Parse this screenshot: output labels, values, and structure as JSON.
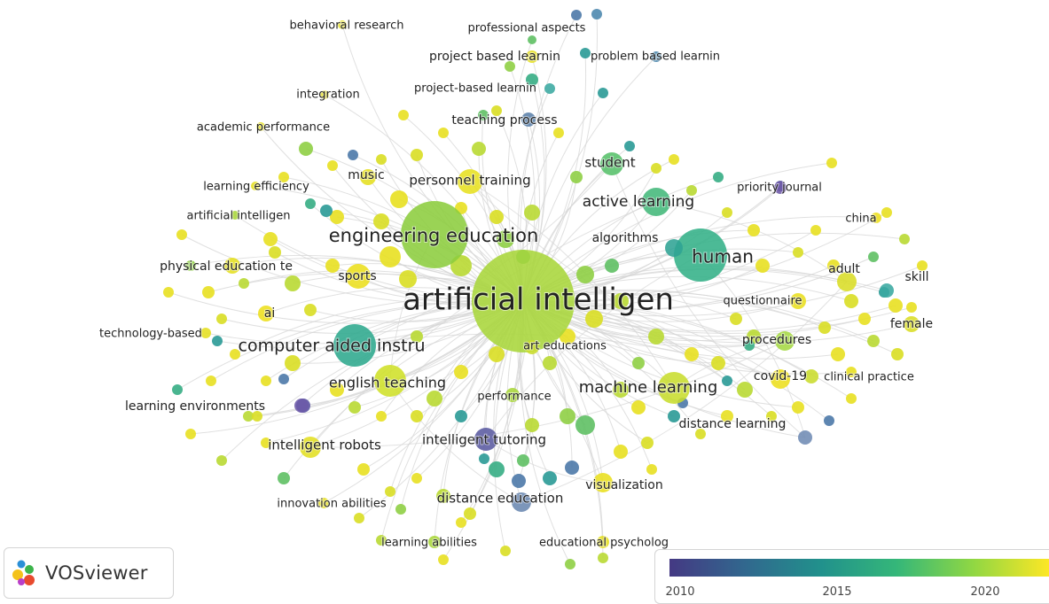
{
  "app": {
    "name": "VOSviewer"
  },
  "colors": {
    "edge": "#d6d6d6",
    "label": "#222222",
    "scale_2010": "#3b4a8c",
    "scale_2015": "#27a58b",
    "scale_2020": "#f5e21b"
  },
  "legend": {
    "ticks": [
      "2010",
      "2015",
      "2020"
    ],
    "gradient": [
      "#443983",
      "#31688e",
      "#21918c",
      "#35b779",
      "#90d743",
      "#fde725"
    ]
  },
  "network": {
    "labels": [
      "artificial intelligen",
      "engineering education",
      "human",
      "computer aided instru",
      "machine learning",
      "active learning",
      "english teaching",
      "intelligent tutoring",
      "student",
      "personnel training",
      "intelligent robots",
      "distance education",
      "visualization",
      "distance learning",
      "covid-19",
      "procedures",
      "adult",
      "female",
      "skill",
      "questionnaire",
      "clinical practice",
      "priority journal",
      "china",
      "algorithms",
      "sports",
      "ai",
      "music",
      "physical education te",
      "technology-based",
      "learning environments",
      "innovation abilities",
      "learning abilities",
      "educational psycholog",
      "art educations",
      "performance",
      "teaching process",
      "project-based learnin",
      "project based learnin",
      "problem based learnin",
      "professional aspects",
      "behavioral research",
      "integration",
      "academic performance",
      "learning efficiency",
      "artificial intelligen"
    ],
    "nodes": [
      {
        "label": "artificial intelligen",
        "color": "#a8d63a"
      },
      {
        "label": "engineering education",
        "color": "#8ccd3e"
      },
      {
        "label": "human",
        "color": "#33b187"
      },
      {
        "label": "computer aided instru",
        "color": "#2ea88d"
      },
      {
        "label": "machine learning",
        "color": "#c8dd2e"
      },
      {
        "label": "active learning",
        "color": "#43b87a"
      },
      {
        "label": "english teaching",
        "color": "#cfe028"
      },
      {
        "label": "intelligent tutoring",
        "color": "#5a5aa0"
      },
      {
        "label": "student",
        "color": "#56c06a"
      },
      {
        "label": "personnel training",
        "color": "#e7e020"
      },
      {
        "label": "intelligent robots",
        "color": "#e2df22"
      },
      {
        "label": "distance education",
        "color": "#6a88b0"
      },
      {
        "label": "visualization",
        "color": "#e9df1e"
      },
      {
        "label": "distance learning",
        "color": "#6f8bb4"
      },
      {
        "label": "covid-19",
        "color": "#eddf1c"
      },
      {
        "label": "procedures",
        "color": "#a5d843"
      },
      {
        "label": "adult",
        "color": "#d9dd26"
      },
      {
        "label": "female",
        "color": "#d9dd26"
      },
      {
        "label": "skill",
        "color": "#3aa8a0"
      },
      {
        "label": "questionnaire",
        "color": "#e9df1e"
      },
      {
        "label": "clinical practice",
        "color": "#c9dc2c"
      },
      {
        "label": "priority journal",
        "color": "#6f5aa8"
      },
      {
        "label": "china",
        "color": "#eddf1c"
      },
      {
        "label": "algorithms",
        "color": "#2fa394"
      },
      {
        "label": "sports",
        "color": "#ecdf1d"
      },
      {
        "label": "ai",
        "color": "#eddf1c"
      },
      {
        "label": "music",
        "color": "#e5df20"
      },
      {
        "label": "physical education te",
        "color": "#e5df20"
      },
      {
        "label": "technology-based",
        "color": "#e5df20"
      },
      {
        "label": "learning environments",
        "color": "#6c5aa8"
      },
      {
        "label": "innovation abilities",
        "color": "#e5df20"
      },
      {
        "label": "learning abilities",
        "color": "#a8d63a"
      },
      {
        "label": "educational psycholog",
        "color": "#e5df20"
      },
      {
        "label": "art educations",
        "color": "#c9dc2c"
      },
      {
        "label": "performance",
        "color": "#a8d63a"
      },
      {
        "label": "teaching process",
        "color": "#5b81aa"
      },
      {
        "label": "project-based learnin",
        "color": "#3aa8a0"
      },
      {
        "label": "project based learnin",
        "color": "#e5df20"
      },
      {
        "label": "problem based learnin",
        "color": "#4a86ad"
      },
      {
        "label": "professional aspects",
        "color": "#4a86ad"
      },
      {
        "label": "behavioral research",
        "color": "#e5df20"
      },
      {
        "label": "integration",
        "color": "#e5df20"
      },
      {
        "label": "academic performance",
        "color": "#e5df20"
      },
      {
        "label": "learning efficiency",
        "color": "#e5df20"
      },
      {
        "label": "artificial intelligen",
        "color": "#a8d63a"
      }
    ]
  }
}
